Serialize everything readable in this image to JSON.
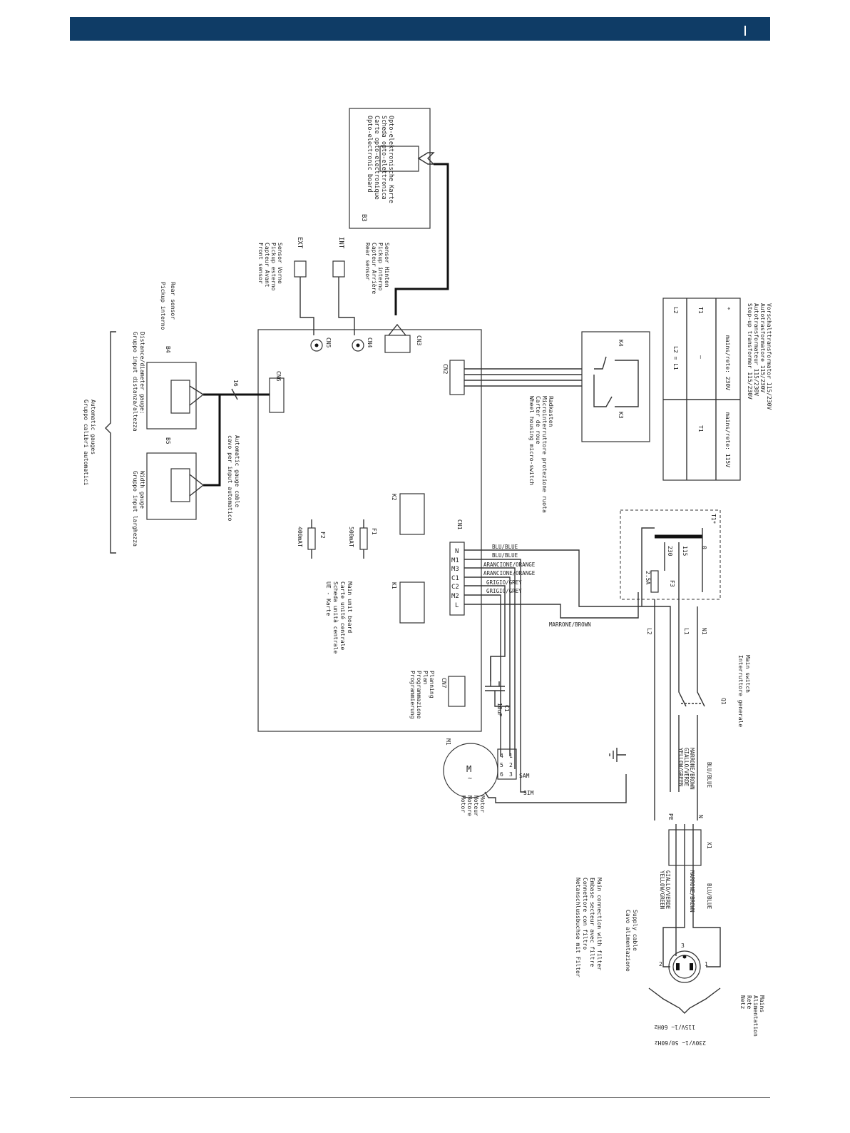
{
  "header": {
    "bar_color": "#0f3c66"
  },
  "labels": {
    "opto": [
      "Opto-electronic board",
      "Carte opto-electronique",
      "Scheda opto-elettronica",
      "Opto-elektronische Karte"
    ],
    "b3": "B3",
    "ext": "EXT",
    "int": "INT",
    "front_sensor": [
      "Front sensor",
      "Capteur Avant",
      "Pickup esterno",
      "Sensor Vorne"
    ],
    "rear_sensor_1": [
      "Rear sensor",
      "Capteur Arrière",
      "Pickup interno",
      "Sensor Hinten"
    ],
    "rear_sensor_2": [
      "Rear sensor",
      "Pickup interno"
    ],
    "cn2": "CN2",
    "cn3": "CN3",
    "cn4": "CN4",
    "cn5": "CN5",
    "cn6": "CN6",
    "cn1": "CN1",
    "cn7": "CN7",
    "b4": "B4",
    "b5": "B5",
    "distance_gauge": [
      "Distance/diameter gauge:",
      "Gruppo input distanza/altezza"
    ],
    "width_gauge": [
      "Width gauge",
      "Gruppo input larghezza"
    ],
    "gauge_cable": [
      "Automatic gauge cable",
      "cavo per input automatico"
    ],
    "wire_count": "16",
    "automatic_gauges": [
      "Automatic gauges",
      "Gruppo calibri automatici"
    ],
    "wheel_housing": [
      "Wheel housing micro-switch",
      "Carter de roue",
      "Microinterruttore protezione ruota",
      "Radkasten"
    ],
    "k4": "K4",
    "k3": "K3",
    "k1": "K1",
    "k2": "K2",
    "f1": "F1",
    "f1_rating": "500mAT",
    "f2": "F2",
    "f2_rating": "400mAT",
    "main_board": [
      "Main unit board",
      "Carte unité centrale",
      "Scheda unità centrale",
      "UE - Karte"
    ],
    "planning": [
      "Planning",
      "Plan",
      "Programmazione",
      "Programmierung"
    ],
    "c1": "C1",
    "c1_value": "10uF",
    "m1": "M1",
    "motor_symbol": "M",
    "motor_tilde": "~",
    "motor": [
      "Motor",
      "Moteur",
      "Motore",
      "Motor"
    ],
    "sam": "SAM",
    "sim": "SIM",
    "term_left": [
      "4",
      "5",
      "6"
    ],
    "term_right": [
      "1",
      "2",
      "3"
    ],
    "cn1_pins": [
      "N",
      "M1",
      "M3",
      "C1",
      "C2",
      "M2",
      "L"
    ],
    "wire_labels": [
      "BLU/BLUE",
      "BLU/BLUE",
      "ARANCIONE/ORANGE",
      "ARANCIONE/ORANGE",
      "GRIGIO/GREY",
      "GRIGIO/GREY"
    ],
    "brown": "MARRONE/BROWN",
    "t1": "T1*",
    "t1_0": "0",
    "t1_115": "115",
    "t1_230": "230",
    "f3": "F3",
    "f3_rating": "2.5A",
    "l1": "L1",
    "l2": "L2",
    "n1": "N1",
    "q1": "Q1",
    "main_switch": [
      "Main switch",
      "Interruttore generale"
    ],
    "step_up": [
      "Step-up transformer 115/230V",
      "Autotransformateur 115/230V",
      "Autotrasformatore 115/230V",
      "Vorschalttransformator 115/230V"
    ],
    "table": {
      "star": "*",
      "mains_230": "mains/rete: 230V",
      "mains_115": "mains/rete: 115V",
      "t1": "T1",
      "dash": "—",
      "l2": "L2",
      "l2_eq": "L2 = L1"
    },
    "x1_wires": [
      "BLU/BLUE",
      "MARRONE/BROWN",
      "GIALLO/VERDE",
      "YELLOW/GREEN"
    ],
    "x1_wires_out": [
      "BLU/BLUE",
      "MARRONE/BROWN",
      "GIALLO/VERDE",
      "YELLOW/GREEN"
    ],
    "pe": "PE",
    "n": "N",
    "x1": "X1",
    "main_connection": [
      "Main connection with filter",
      "Embase secteur avec filtre",
      "Connettore con filtro",
      "Netanschlussbuchse mit Filter"
    ],
    "supply_cable": [
      "Supply cable",
      "Cavo alimentazione"
    ],
    "plug_pins": [
      "1",
      "2",
      "3"
    ],
    "mains": [
      "Mains",
      "Alimentation",
      "Rete",
      "Netz"
    ],
    "v115": "115V/1~ 60Hz",
    "v230": "230V/1~ 50/60Hz"
  }
}
